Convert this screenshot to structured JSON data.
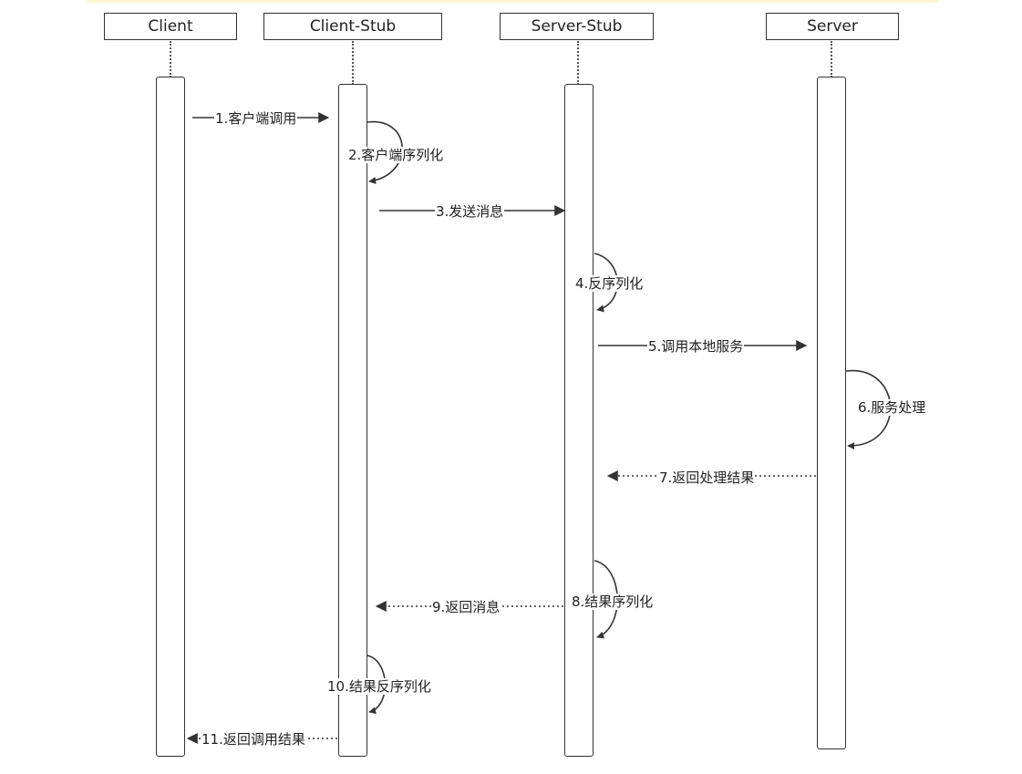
{
  "participants": [
    "Client",
    "Client-Stub",
    "Server-Stub",
    "Server"
  ],
  "steps": [
    "1.客户端调用",
    "2.客户端序列化",
    "3.发送消息",
    "4.反序列化",
    "5.调用本地服务",
    "6.服务处理",
    "7.返回处理结果",
    "8.结果序列化",
    "9.返回消息",
    "10.结果反序列化",
    "11.返回调用结果"
  ],
  "colors": {
    "line": "#333333",
    "background": "#ffffff",
    "top_bar": "#fdf6d3"
  }
}
